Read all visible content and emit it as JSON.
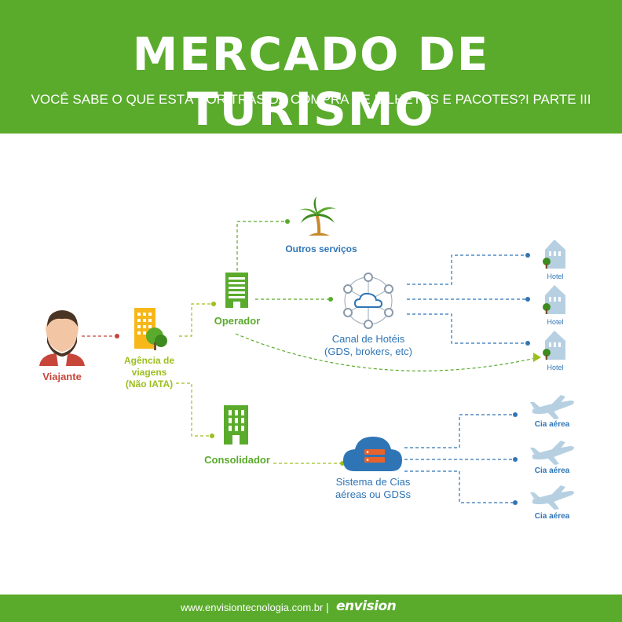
{
  "header": {
    "title": "MERCADO DE TURISMO",
    "subtitle": "VOCÊ SABE O QUE ESTÁ POR TRÁS DA COMPRA DE BILHETES E PACOTES?I PARTE III"
  },
  "nodes": {
    "viajante": "Viajante",
    "agencia": [
      "Agência de",
      "viagens",
      "(Não IATA)"
    ],
    "operador": "Operador",
    "consolidador": "Consolidador",
    "outros": "Outros serviços",
    "canal": [
      "Canal de Hotéis",
      "(GDS, brokers, etc)"
    ],
    "sistema": [
      "Sistema de Cias",
      "aéreas ou GDSs"
    ],
    "hotels": [
      "Hotel",
      "Hotel",
      "Hotel"
    ],
    "airlines": [
      "Cia aérea",
      "Cia aérea",
      "Cia aérea"
    ]
  },
  "footer": {
    "url": "www.envisiontecnologia.com.br",
    "separator": "|",
    "logo": "envision"
  },
  "colors": {
    "green": "#5aab2c",
    "dark_green": "#3d8b1e",
    "yellow_green": "#9cbf1f",
    "blue": "#2f75b5",
    "light_blue": "#b6d0e2",
    "red": "#c8453a"
  }
}
